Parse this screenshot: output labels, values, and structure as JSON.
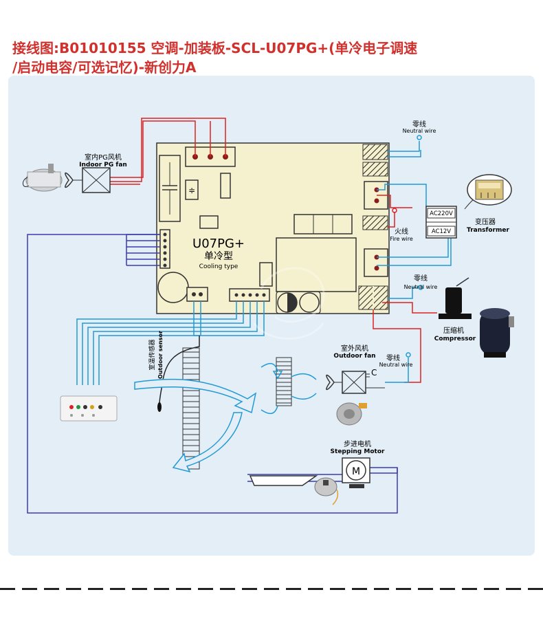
{
  "title": {
    "line1": "接线图:B01010155  空调-加装板-SCL-U07PG+(单冷电子调速",
    "line2": "/启动电容/可选记忆)-新创力A"
  },
  "board": {
    "model": "U07PG+",
    "type_cn": "单冷型",
    "type_en": "Cooling type"
  },
  "components": {
    "indoor_fan": {
      "cn": "室内PG风机",
      "en": "Indoor PG fan"
    },
    "neutral_top": {
      "cn": "零线",
      "en": "Neutral wire"
    },
    "fire": {
      "cn": "火线",
      "en": "Fire wire"
    },
    "transformer": {
      "cn": "变压器",
      "en": "Transformer",
      "ac_in": "AC220V",
      "ac_out": "AC12V"
    },
    "neutral_mid": {
      "cn": "零线",
      "en": "Neutral wire"
    },
    "compressor": {
      "cn": "压缩机",
      "en": "Compressor"
    },
    "outdoor_sensor": {
      "cn": "室温传感器",
      "en": "Outdoor sensor"
    },
    "outdoor_fan": {
      "cn": "室外风机",
      "en": "Outdoor fan"
    },
    "neutral_low": {
      "cn": "零线",
      "en": "Neutral wire"
    },
    "stepping_motor": {
      "cn": "步进电机",
      "en": "Stepping Motor"
    },
    "capacitor_mark": "C",
    "motor_mark": "M"
  },
  "colors": {
    "title": "#d0312d",
    "panel": "#e3eef6",
    "board": "#f5f1cf",
    "red_wire": "#e02020",
    "blue_wire": "#1f9ad6",
    "purple_wire": "#3b3bb0"
  }
}
